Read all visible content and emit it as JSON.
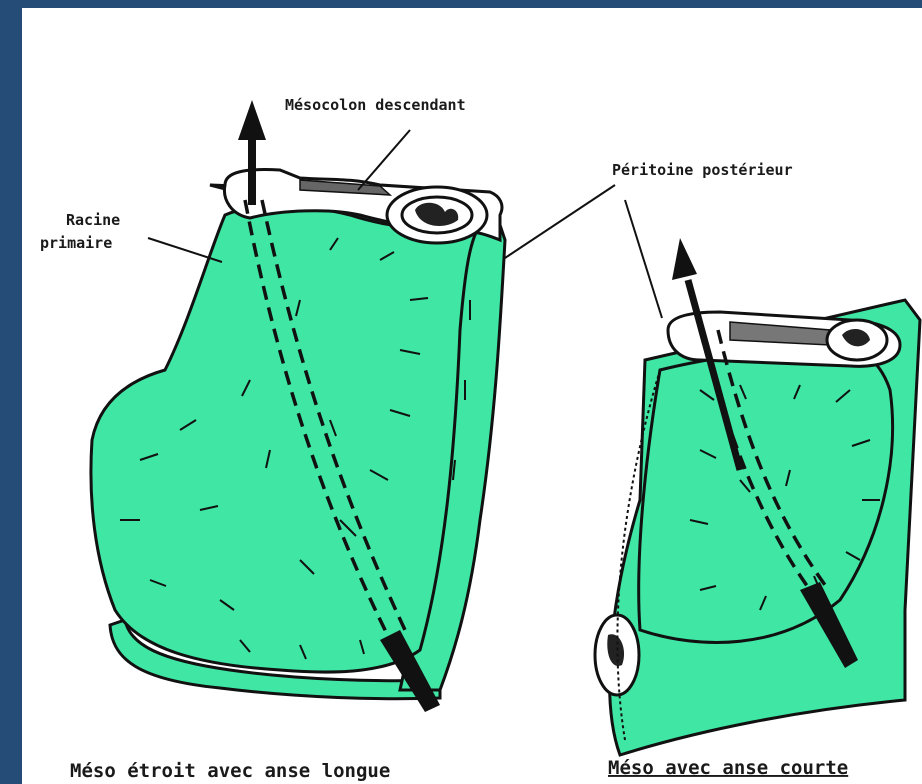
{
  "labels": {
    "mesocolon_descendant": "Mésocolon descendant",
    "racine_primaire_line1": "Racine",
    "racine_primaire_line2": "primaire",
    "peritoine_posterieur": "Péritoine postérieur",
    "caption_left": "Méso étroit avec anse longue",
    "caption_right": "Méso avec anse courte"
  },
  "colors": {
    "frame_border": "#254b77",
    "background": "#ffffff",
    "mesentery_green": "#3fe6a4",
    "outline": "#111111"
  }
}
